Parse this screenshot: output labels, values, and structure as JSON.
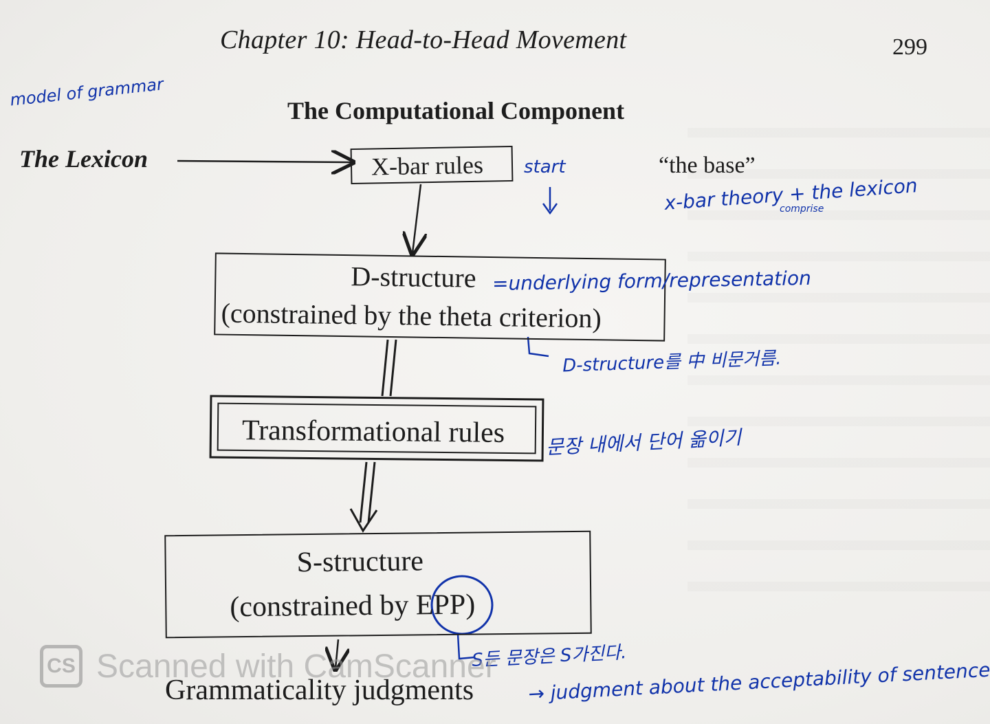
{
  "running_head": "Chapter 10: Head-to-Head Movement",
  "page_number": "299",
  "figure_title": "The Computational Component",
  "lexicon_label": "The Lexicon",
  "base_label": "“the base”",
  "boxes": {
    "xbar": "X-bar rules",
    "dstructure_line1": "D-structure",
    "dstructure_line2": "(constrained by the theta criterion)",
    "transformational": "Transformational rules",
    "sstructure_line1": "S-structure",
    "sstructure_line2": "(constrained by EPP)"
  },
  "judgments": "Grammaticality judgments",
  "handwritten": {
    "model": "model of grammar",
    "start": "start",
    "xbar_theory": "x-bar theory + the lexicon",
    "comprise": "comprise",
    "underlying": "=underlying form/representation",
    "dstructure_note": "D-structure를 中 비문거름.",
    "trans_note": "문장 내에서 단어 옮이기",
    "sstructure_note": "S든 문장은 S가진다.",
    "judgment_note": "→ judgment about the acceptability of sentence."
  },
  "watermark": {
    "logo": "CS",
    "text": "Scanned with CamScanner"
  },
  "colors": {
    "ink": "#1c1c1c",
    "pen": "#1133aa",
    "paper": "#f4f3f1"
  }
}
